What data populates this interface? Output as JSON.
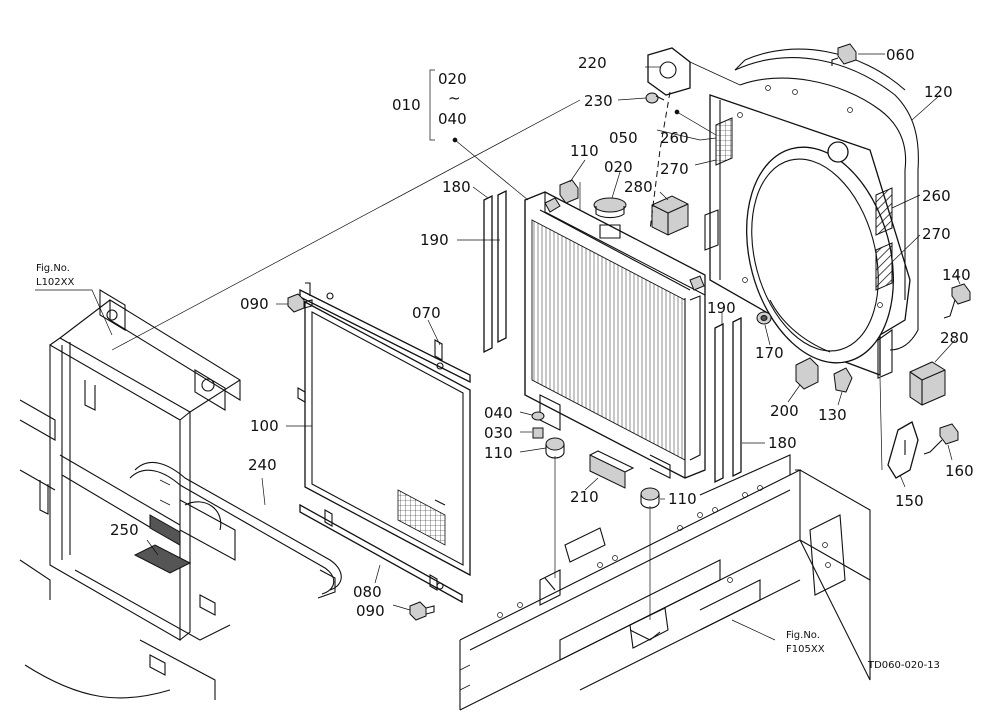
{
  "parts": {
    "p010": "010",
    "p020a": "020",
    "p020b": "020",
    "p030": "030",
    "p040a": "040",
    "p040b": "040",
    "p050": "050",
    "p060": "060",
    "p070": "070",
    "p080": "080",
    "p090a": "090",
    "p090b": "090",
    "p100": "100",
    "p110a": "110",
    "p110b": "110",
    "p110c": "110",
    "p120": "120",
    "p130": "130",
    "p140": "140",
    "p150": "150",
    "p160": "160",
    "p170": "170",
    "p180a": "180",
    "p180b": "180",
    "p190a": "190",
    "p190b": "190",
    "p200": "200",
    "p210": "210",
    "p220": "220",
    "p230": "230",
    "p240": "240",
    "p250": "250",
    "p260a": "260",
    "p260b": "260",
    "p270a": "270",
    "p270b": "270",
    "p280a": "280",
    "p280b": "280"
  },
  "refs": {
    "ref_l_line1": "Fig.No.",
    "ref_l_line2": "L102XX",
    "ref_f_line1": "Fig.No.",
    "ref_f_line2": "F105XX"
  },
  "drawing_code": "TD060-020-13",
  "tilde": "~"
}
